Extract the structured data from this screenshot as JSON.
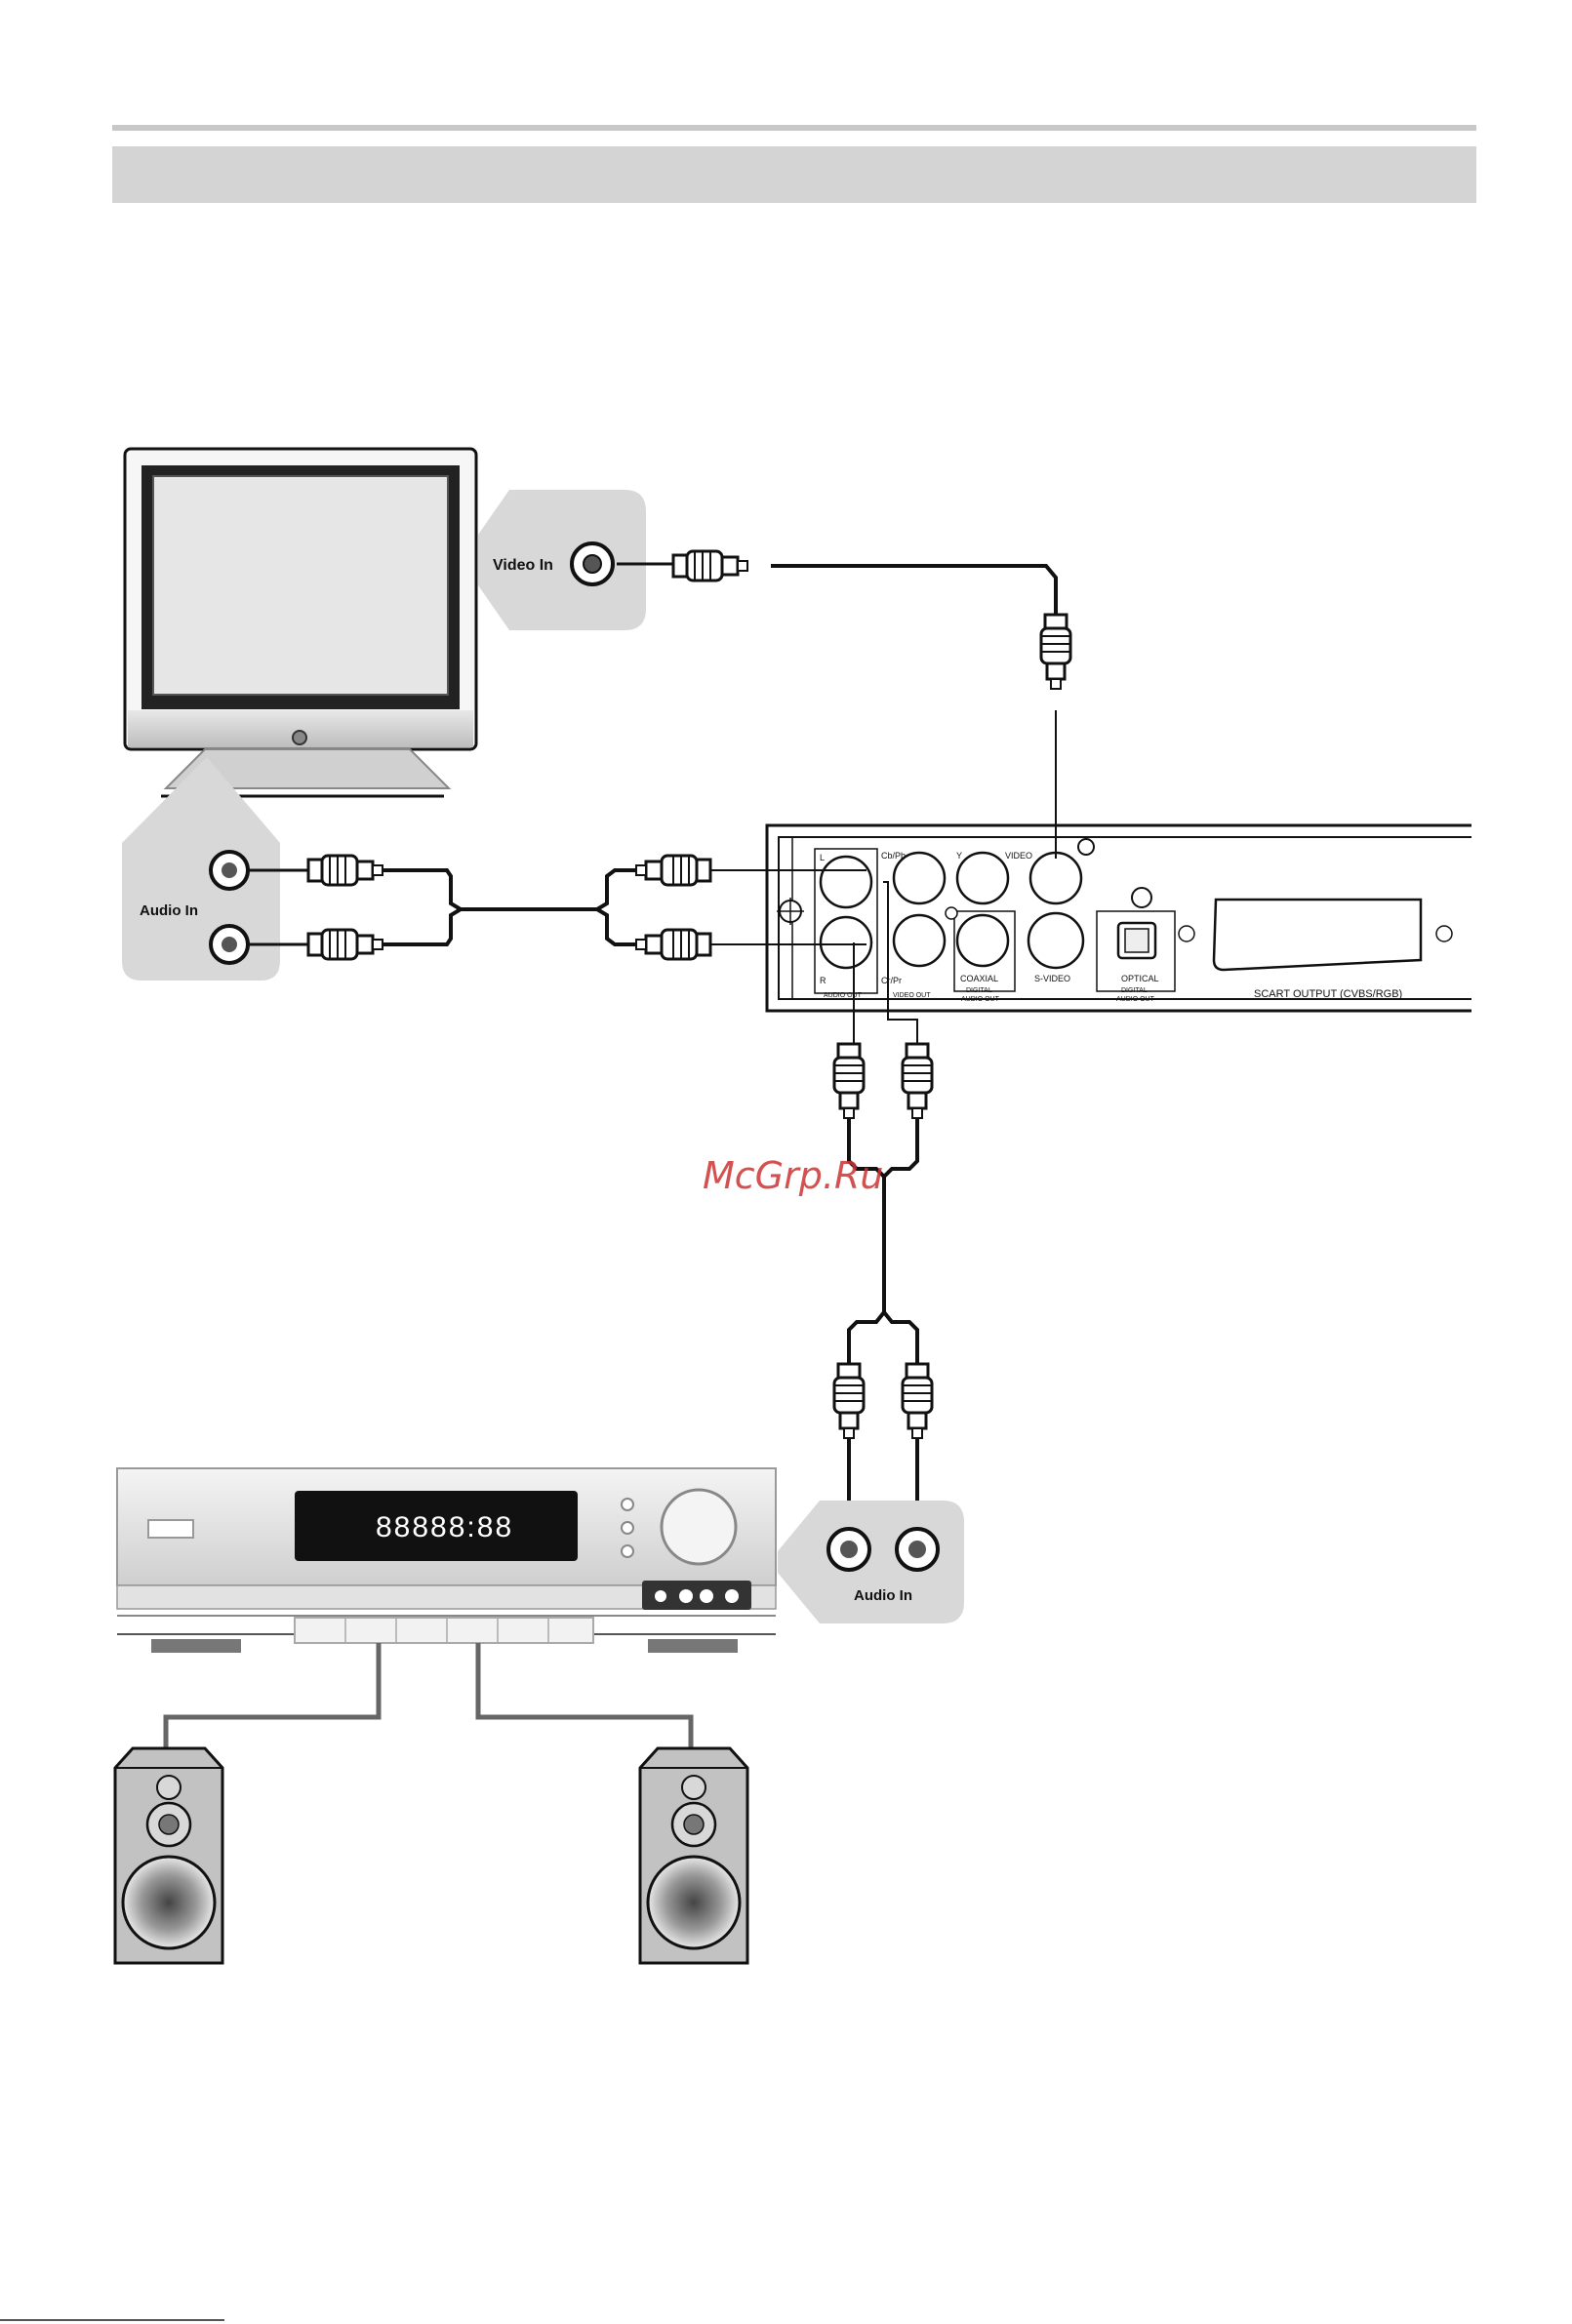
{
  "tv": {
    "video_in_label": "Video In",
    "audio_in_label": "Audio In"
  },
  "amplifier": {
    "audio_in_label": "Audio In",
    "display_text": "88888:88"
  },
  "player": {
    "jack_labels": {
      "l": "L",
      "r": "R",
      "cbpb": "Cb/Pb",
      "crpr": "Cr/Pr",
      "y": "Y",
      "video": "VIDEO",
      "coaxial": "COAXIAL",
      "svideo": "S-VIDEO",
      "optical": "OPTICAL"
    },
    "group_labels": {
      "audio_out": "AUDIO OUT",
      "video_out": "VIDEO OUT",
      "digital_audio_out_1": "DIGITAL",
      "digital_audio_out_1b": "AUDIO OUT",
      "digital_audio_out_2": "DIGITAL",
      "digital_audio_out_2b": "AUDIO OUT"
    },
    "scart_label": "SCART OUTPUT (CVBS/RGB)"
  },
  "watermark": "McGrp.Ru",
  "colors": {
    "panel_gray": "#d8d8d8",
    "header_gray": "#d4d4d4",
    "cable": "#111111",
    "speaker_wire": "#666666",
    "watermark": "#cc3333"
  }
}
